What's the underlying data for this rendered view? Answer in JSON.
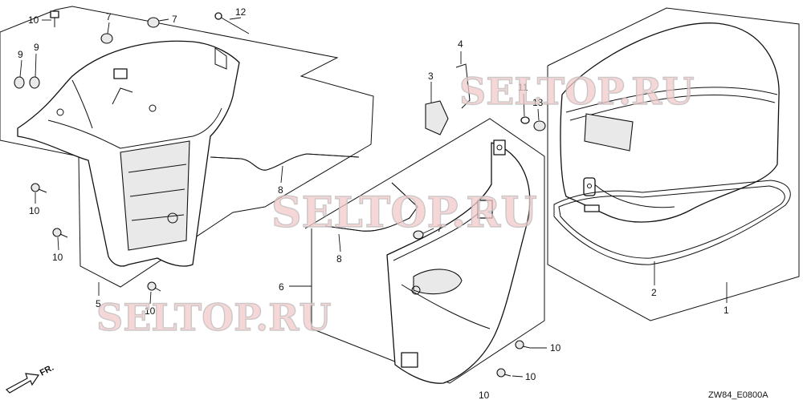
{
  "labels": {
    "l1": "1",
    "l2": "2",
    "l3": "3",
    "l4": "4",
    "l5": "5",
    "l6": "6",
    "l7a": "7",
    "l7b": "7",
    "l7c": "7",
    "l8a": "8",
    "l8b": "8",
    "l9a": "9",
    "l9b": "9",
    "l10a": "10",
    "l10b": "10",
    "l10c": "10",
    "l10d": "10",
    "l10e": "10",
    "l10f": "10",
    "l10g": "10",
    "l11": "11",
    "l12": "12",
    "l13": "13"
  },
  "watermark": "SELTOP.RU",
  "direction_marker": "FR.",
  "diagram_code": "ZW84_E0800A"
}
